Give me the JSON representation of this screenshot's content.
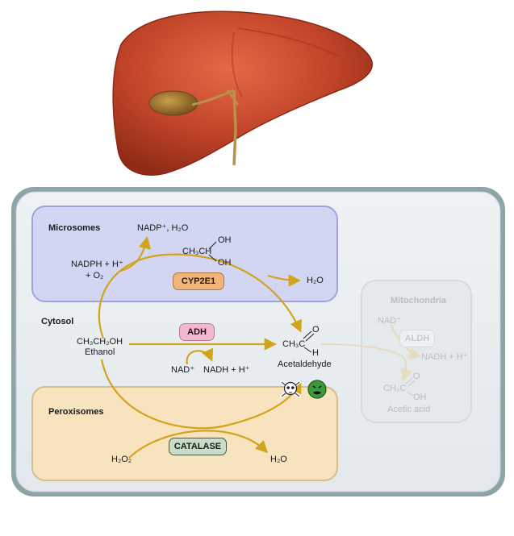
{
  "compartments": {
    "microsomes": "Microsomes",
    "cytosol": "Cytosol",
    "peroxisomes": "Peroxisomes",
    "mitochondria": "Mitochondria"
  },
  "enzymes": {
    "cyp2e1": "CYP2E1",
    "adh": "ADH",
    "catalase": "CATALASE",
    "aldh": "ALDH"
  },
  "molecules": {
    "nadp_h2o": "NADP⁺, H₂O",
    "intermediate_ch3ch": "CH₃CH",
    "intermediate_oh_top": "OH",
    "intermediate_oh_bottom": "OH",
    "nadph_line1": "NADPH + H⁺",
    "nadph_line2": "+ O₂",
    "h2o_microsome": "H₂O",
    "ethanol_formula": "CH₃CH₂OH",
    "ethanol_name": "Ethanol",
    "acetaldehyde_c": "CH₃C",
    "acetaldehyde_o": "O",
    "acetaldehyde_h": "H",
    "acetaldehyde_name": "Acetaldehyde",
    "nad": "NAD⁺",
    "nadh": "NADH + H⁺",
    "h2o2": "H₂O₂",
    "h2o_peroxisome": "H₂O",
    "mito_nad": "NAD⁺",
    "mito_nadh": "NADH + H⁺",
    "acetic_ch3c": "CH₃C",
    "acetic_o": "O",
    "acetic_oh": "OH",
    "acetic_name": "Acetic acid"
  },
  "icons": {
    "toxic": "skull-crossbones-icon",
    "nausea": "nauseated-face-icon"
  },
  "colors": {
    "arrow": "#d2a41e",
    "microsome_fill": "#d2d6f2",
    "peroxisome_fill": "#f7e3bd",
    "cytosol_fill": "#e8edf1",
    "cyp2e1_fill": "#f0b57a",
    "adh_fill": "#f2b8d2",
    "catalase_fill": "#c8dcc8",
    "liver": "#c44a2c"
  }
}
